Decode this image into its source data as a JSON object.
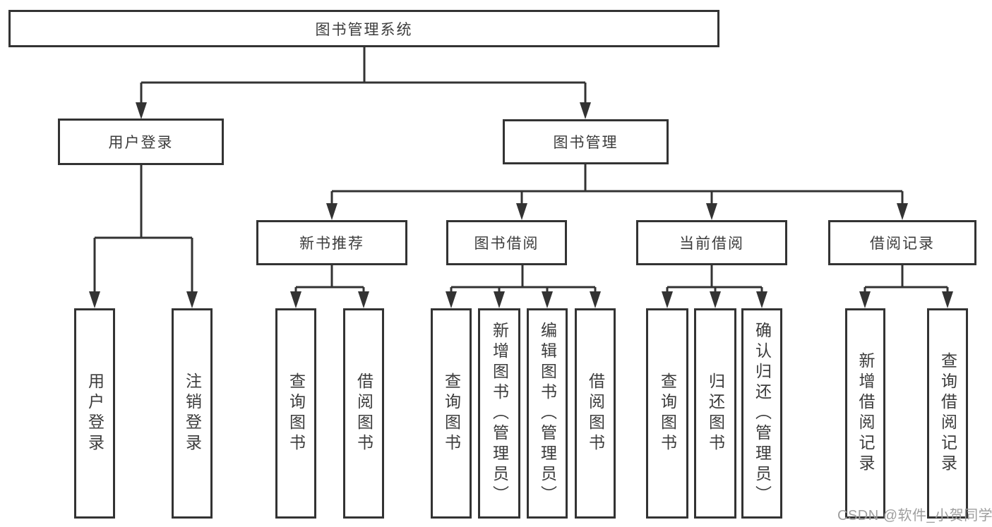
{
  "diagram": {
    "root": {
      "label": "图书管理系统"
    },
    "level2": [
      {
        "id": "user-login",
        "label": "用户登录"
      },
      {
        "id": "book-management",
        "label": "图书管理"
      }
    ],
    "level3": [
      {
        "id": "new-book-recommend",
        "label": "新书推荐"
      },
      {
        "id": "book-borrow",
        "label": "图书借阅"
      },
      {
        "id": "current-borrow",
        "label": "当前借阅"
      },
      {
        "id": "borrow-records",
        "label": "借阅记录"
      }
    ],
    "leaves": [
      {
        "parent": "user-login",
        "label": "用户登录"
      },
      {
        "parent": "user-login",
        "label": "注销登录"
      },
      {
        "parent": "new-book-recommend",
        "label": "查询图书"
      },
      {
        "parent": "new-book-recommend",
        "label": "借阅图书"
      },
      {
        "parent": "book-borrow",
        "label": "查询图书"
      },
      {
        "parent": "book-borrow",
        "label": "新增图书（管理员）"
      },
      {
        "parent": "book-borrow",
        "label": "编辑图书（管理员）"
      },
      {
        "parent": "book-borrow",
        "label": "借阅图书"
      },
      {
        "parent": "current-borrow",
        "label": "查询图书"
      },
      {
        "parent": "current-borrow",
        "label": "归还图书"
      },
      {
        "parent": "current-borrow",
        "label": "确认归还（管理员）"
      },
      {
        "parent": "borrow-records",
        "label": "新增借阅记录"
      },
      {
        "parent": "borrow-records",
        "label": "查询借阅记录"
      }
    ]
  },
  "watermark": {
    "text": "CSDN @软件_小贺同学"
  },
  "colors": {
    "line": "#333333",
    "box_border": "#333333",
    "text": "#3c3c3c",
    "watermark": "#9e9e9e",
    "background": "#ffffff"
  }
}
